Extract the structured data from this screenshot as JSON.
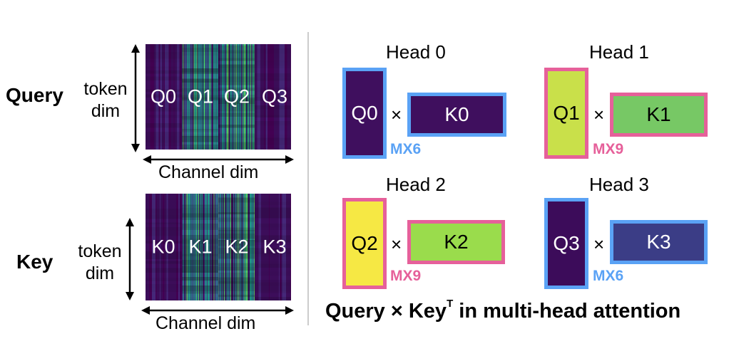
{
  "left_panel": {
    "query": {
      "row_label": "Query",
      "token_dim": [
        "token",
        "dim"
      ],
      "channel_dim": "Channel dim",
      "strips": [
        "Q0",
        "Q1",
        "Q2",
        "Q3"
      ]
    },
    "key": {
      "row_label": "Key",
      "token_dim": [
        "token",
        "dim"
      ],
      "channel_dim": "Channel dim",
      "strips": [
        "K0",
        "K1",
        "K2",
        "K3"
      ]
    }
  },
  "heads": [
    {
      "title": "Head 0",
      "q": "Q0",
      "k": "K0",
      "op": "×",
      "format": "MX6",
      "q_fill": "#3f0f5e",
      "k_fill": "#3f0f5e",
      "border": "#5aa2f5",
      "format_color": "#5aa2f5"
    },
    {
      "title": "Head 1",
      "q": "Q1",
      "k": "K1",
      "op": "×",
      "format": "MX9",
      "q_fill": "#c9e04a",
      "k_fill": "#77c865",
      "border": "#e6609a",
      "format_color": "#e6609a"
    },
    {
      "title": "Head 2",
      "q": "Q2",
      "k": "K2",
      "op": "×",
      "format": "MX9",
      "q_fill": "#f6e844",
      "k_fill": "#9adc4c",
      "border": "#e6609a",
      "format_color": "#e6609a"
    },
    {
      "title": "Head 3",
      "q": "Q3",
      "k": "K3",
      "op": "×",
      "format": "MX6",
      "q_fill": "#3c0c5a",
      "k_fill": "#3b3d86",
      "border": "#5aa2f5",
      "format_color": "#5aa2f5"
    }
  ],
  "caption": {
    "pre": "Query × Key",
    "sup": "T",
    "post": " in multi-head attention"
  },
  "colors": {
    "dark_purple": "#3d0d5b",
    "divider": "#cccccc",
    "white_text": "#ffffff"
  }
}
